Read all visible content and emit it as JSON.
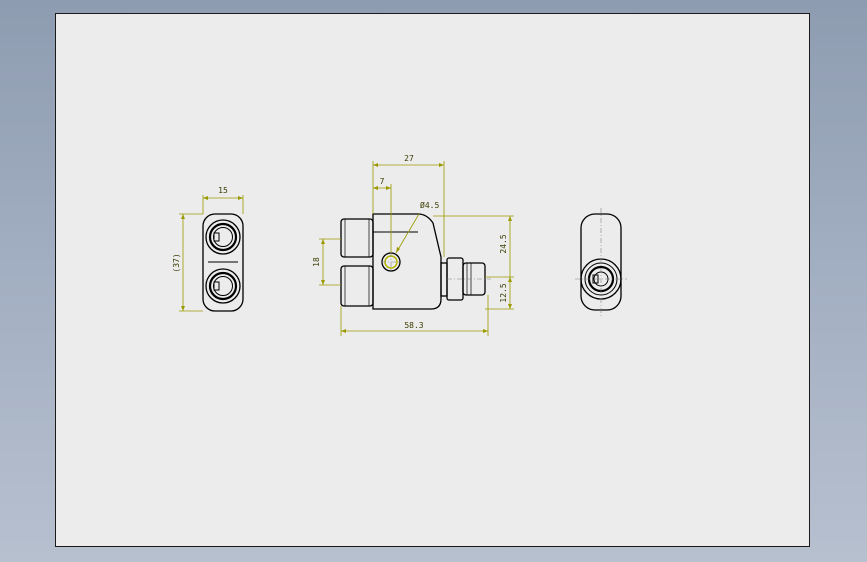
{
  "sheet": {
    "background": "#ececec",
    "border_color": "#1a1a1a"
  },
  "colors": {
    "part_line": "#000000",
    "dimension_line": "#9a9a00",
    "dimension_text": "#3b3b00",
    "hole_highlight": "#b5b500",
    "centerline": "#808080"
  },
  "dimensions": {
    "left_width": "15",
    "left_height": "(37)",
    "front_width_top": "27",
    "front_offset": "7",
    "hole_diameter": "Ø4.5",
    "port_spacing": "18",
    "front_height": "24.5",
    "stem_height": "12.5",
    "overall_length": "58.3"
  }
}
